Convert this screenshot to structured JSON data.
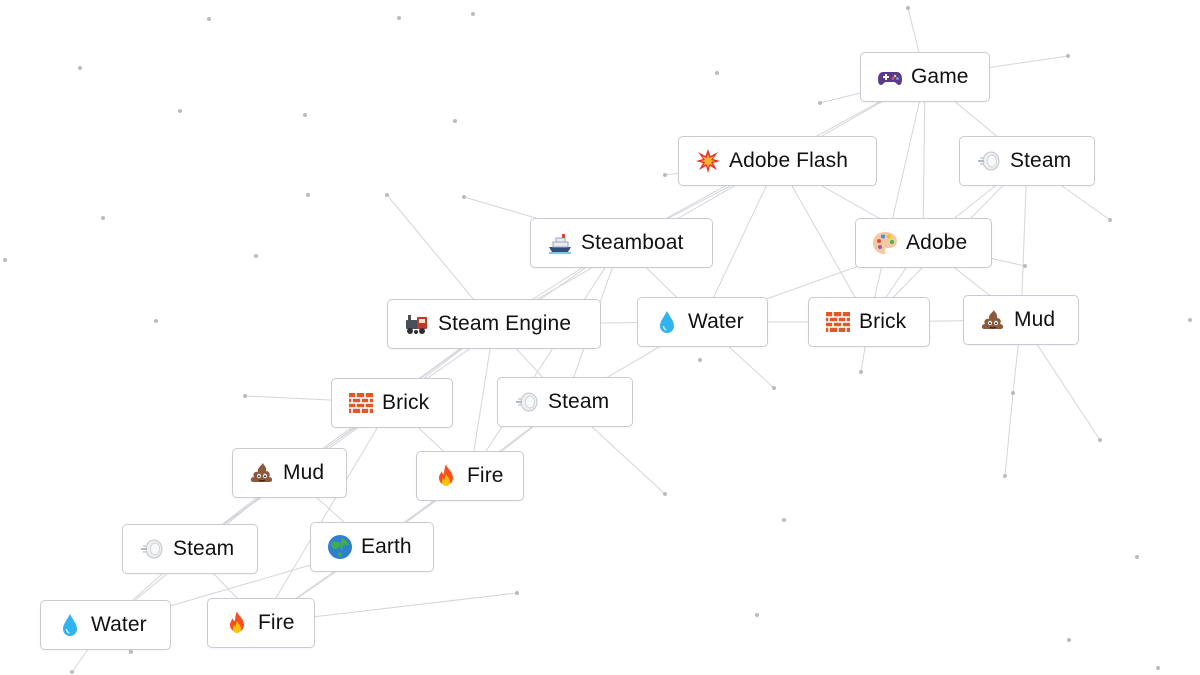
{
  "canvas": {
    "elements": [
      {
        "id": "game",
        "label": "Game",
        "icon": "game-controller-icon"
      },
      {
        "id": "adobe-flash",
        "label": "Adobe Flash",
        "icon": "collision-icon"
      },
      {
        "id": "steam-1",
        "label": "Steam",
        "icon": "steam-cloud-icon"
      },
      {
        "id": "steamboat",
        "label": "Steamboat",
        "icon": "ship-icon"
      },
      {
        "id": "adobe",
        "label": "Adobe",
        "icon": "artist-palette-icon"
      },
      {
        "id": "steam-engine",
        "label": "Steam Engine",
        "icon": "locomotive-icon"
      },
      {
        "id": "water-1",
        "label": "Water",
        "icon": "droplet-icon"
      },
      {
        "id": "brick-1",
        "label": "Brick",
        "icon": "brick-icon"
      },
      {
        "id": "mud-1",
        "label": "Mud",
        "icon": "pile-of-poo-icon"
      },
      {
        "id": "brick-2",
        "label": "Brick",
        "icon": "brick-icon"
      },
      {
        "id": "steam-2",
        "label": "Steam",
        "icon": "steam-cloud-icon"
      },
      {
        "id": "mud-2",
        "label": "Mud",
        "icon": "pile-of-poo-icon"
      },
      {
        "id": "fire-1",
        "label": "Fire",
        "icon": "fire-icon"
      },
      {
        "id": "steam-3",
        "label": "Steam",
        "icon": "steam-cloud-icon"
      },
      {
        "id": "earth",
        "label": "Earth",
        "icon": "globe-icon"
      },
      {
        "id": "water-2",
        "label": "Water",
        "icon": "droplet-icon"
      },
      {
        "id": "fire-2",
        "label": "Fire",
        "icon": "fire-icon"
      }
    ]
  }
}
